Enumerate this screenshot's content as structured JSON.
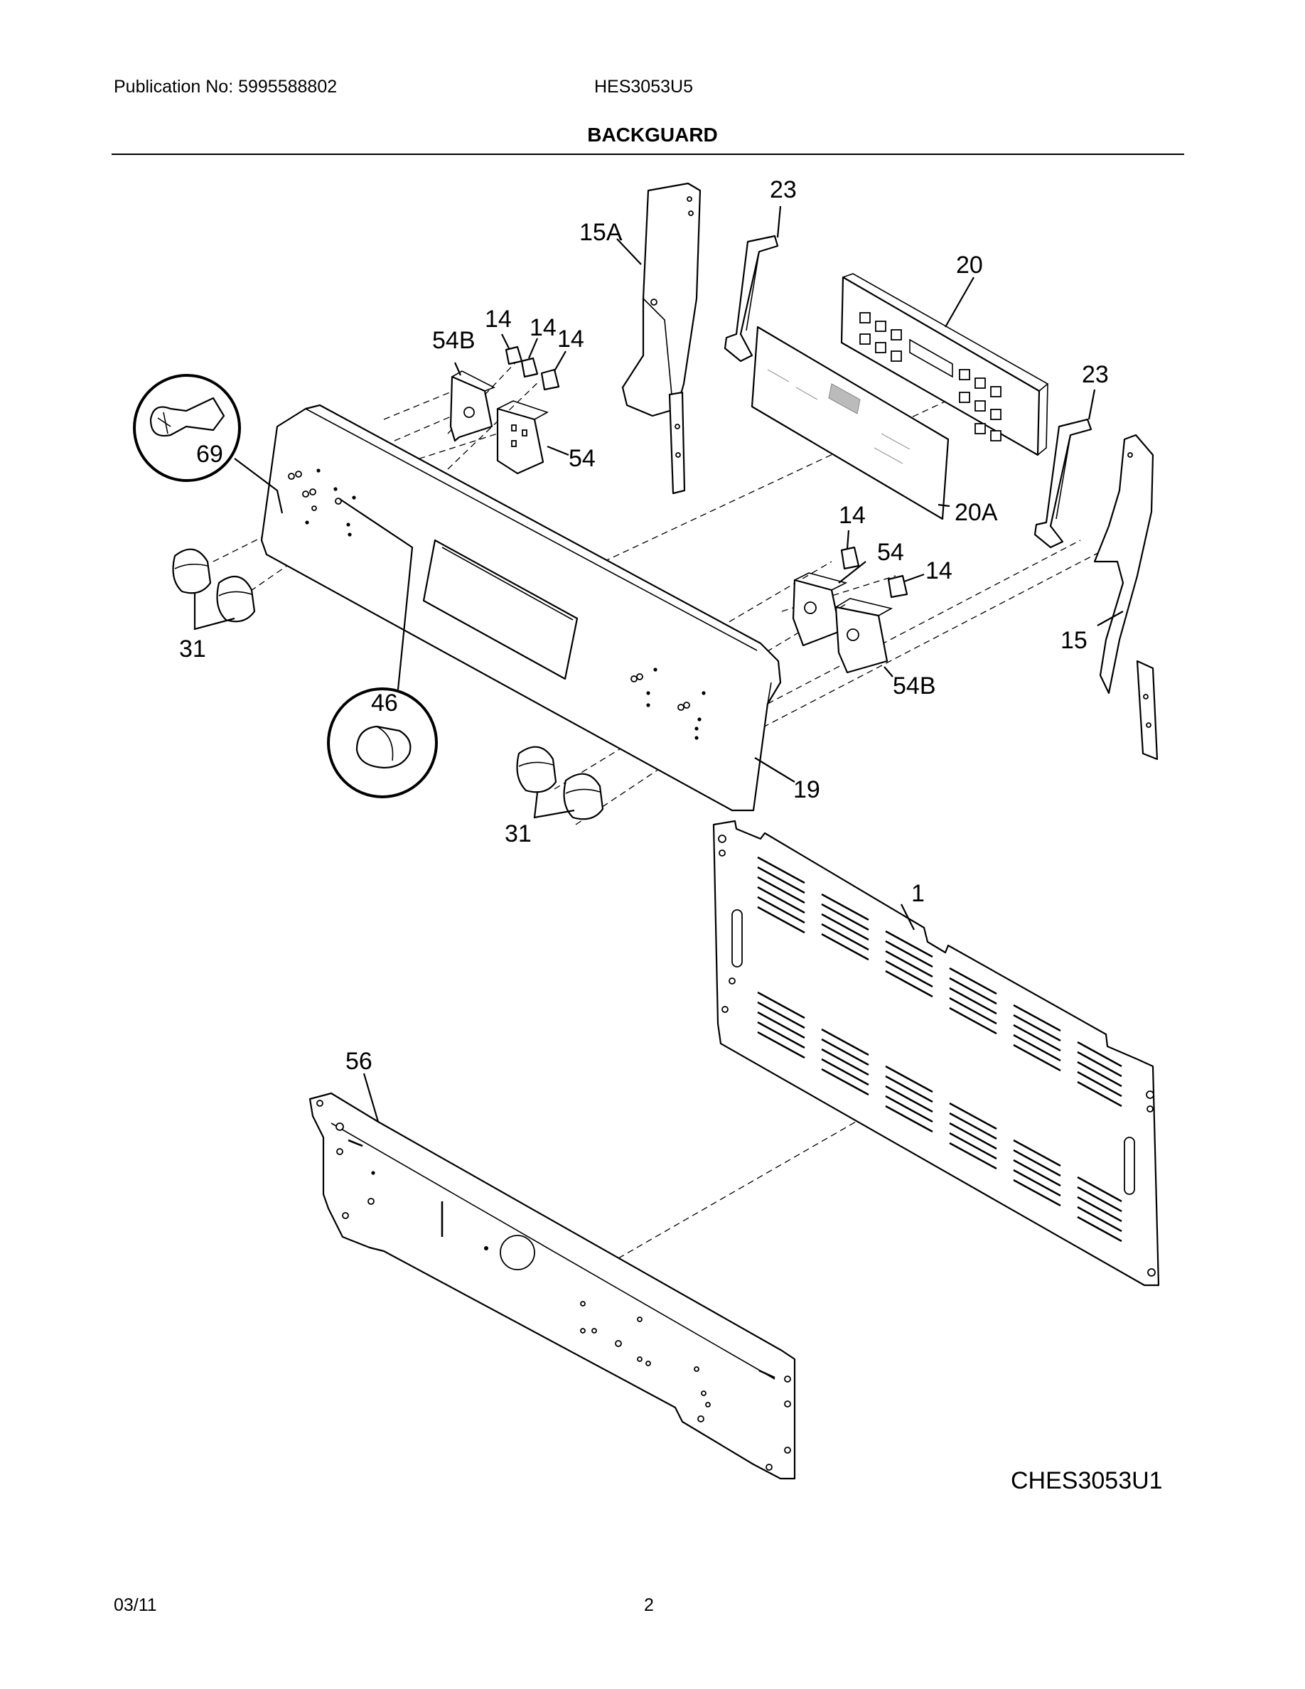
{
  "header": {
    "publication": "Publication No: 5995588802",
    "model": "HES3053U5",
    "section_title": "BACKGUARD"
  },
  "diagram": {
    "callouts": {
      "c1": "1",
      "c14a": "14",
      "c14b": "14",
      "c14c": "14",
      "c14d": "14",
      "c14e": "14",
      "c15": "15",
      "c15a": "15A",
      "c19": "19",
      "c20": "20",
      "c20a": "20A",
      "c23a": "23",
      "c23b": "23",
      "c31a": "31",
      "c31b": "31",
      "c46": "46",
      "c54a": "54",
      "c54b": "54",
      "c54ba": "54B",
      "c54bb": "54B",
      "c56": "56",
      "c69": "69"
    },
    "diagram_code": "CHES3053U1"
  },
  "footer": {
    "date": "03/11",
    "page": "2"
  }
}
